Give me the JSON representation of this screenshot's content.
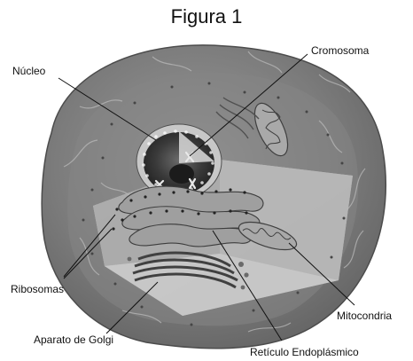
{
  "figure": {
    "title": "Figura 1"
  },
  "labels": {
    "nucleus": "Núcleo",
    "chromosome": "Cromosoma",
    "ribosomes": "Ribosomas",
    "mitochondria": "Mitocondria",
    "golgi": "Aparato de Golgi",
    "er": "Retículo Endoplásmico"
  },
  "colors": {
    "cell_outer": "#6f6f6f",
    "cell_inner": "#8a8a8a",
    "cut_face": "#bdbdbd",
    "nucleus_dark": "#303030",
    "line": "#111111"
  }
}
